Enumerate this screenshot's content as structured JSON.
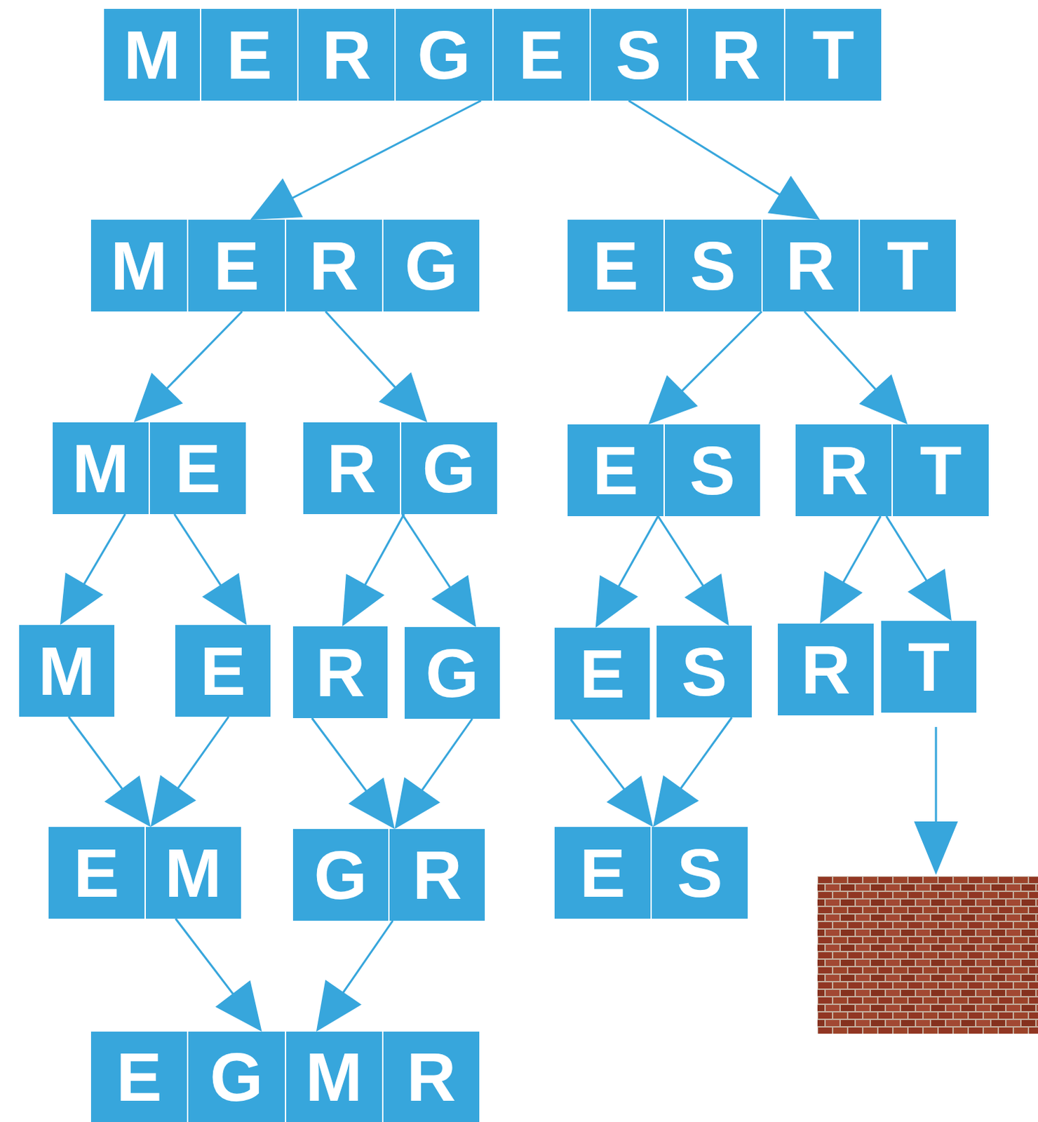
{
  "diagram": {
    "nodes": [
      {
        "text": [
          "M",
          "E",
          "R",
          "G",
          "E",
          "S",
          "R",
          "T"
        ]
      },
      {
        "text": [
          "M",
          "E",
          "R",
          "G"
        ]
      },
      {
        "text": [
          "E",
          "S",
          "R",
          "T"
        ]
      },
      {
        "text": [
          "M",
          "E"
        ]
      },
      {
        "text": [
          "R",
          "G"
        ]
      },
      {
        "text": [
          "E",
          "S"
        ]
      },
      {
        "text": [
          "R",
          "T"
        ]
      },
      {
        "text": [
          "M"
        ]
      },
      {
        "text": [
          "E"
        ]
      },
      {
        "text": [
          "R"
        ]
      },
      {
        "text": [
          "G"
        ]
      },
      {
        "text": [
          "E"
        ]
      },
      {
        "text": [
          "S"
        ]
      },
      {
        "text": [
          "R"
        ]
      },
      {
        "text": [
          "T"
        ]
      },
      {
        "text": [
          "E",
          "M"
        ]
      },
      {
        "text": [
          "G",
          "R"
        ]
      },
      {
        "text": [
          "E",
          "S"
        ]
      },
      {
        "text": [
          "E",
          "G",
          "M",
          "R"
        ]
      }
    ],
    "edges": [
      {
        "from": 0,
        "to": 1,
        "arrow": "to"
      },
      {
        "from": 0,
        "to": 2,
        "arrow": "to"
      },
      {
        "from": 1,
        "to": 3,
        "arrow": "to"
      },
      {
        "from": 1,
        "to": 4,
        "arrow": "to"
      },
      {
        "from": 2,
        "to": 5,
        "arrow": "to"
      },
      {
        "from": 2,
        "to": 6,
        "arrow": "to"
      },
      {
        "from": 3,
        "to": 7,
        "arrow": "to"
      },
      {
        "from": 3,
        "to": 8,
        "arrow": "to"
      },
      {
        "from": 4,
        "to": 9,
        "arrow": "to"
      },
      {
        "from": 4,
        "to": 10,
        "arrow": "to"
      },
      {
        "from": 5,
        "to": 11,
        "arrow": "to"
      },
      {
        "from": 5,
        "to": 12,
        "arrow": "to"
      },
      {
        "from": 6,
        "to": 13,
        "arrow": "to"
      },
      {
        "from": 6,
        "to": 14,
        "arrow": "to"
      },
      {
        "from": 7,
        "to": 15,
        "arrow": "to"
      },
      {
        "from": 8,
        "to": 15,
        "arrow": "to"
      },
      {
        "from": 9,
        "to": 16,
        "arrow": "to"
      },
      {
        "from": 10,
        "to": 16,
        "arrow": "to"
      },
      {
        "from": 11,
        "to": 17,
        "arrow": "to"
      },
      {
        "from": 12,
        "to": 17,
        "arrow": "to"
      },
      {
        "from": 15,
        "to": 18,
        "arrow": "to"
      },
      {
        "from": 16,
        "to": 18,
        "arrow": "to"
      }
    ]
  }
}
